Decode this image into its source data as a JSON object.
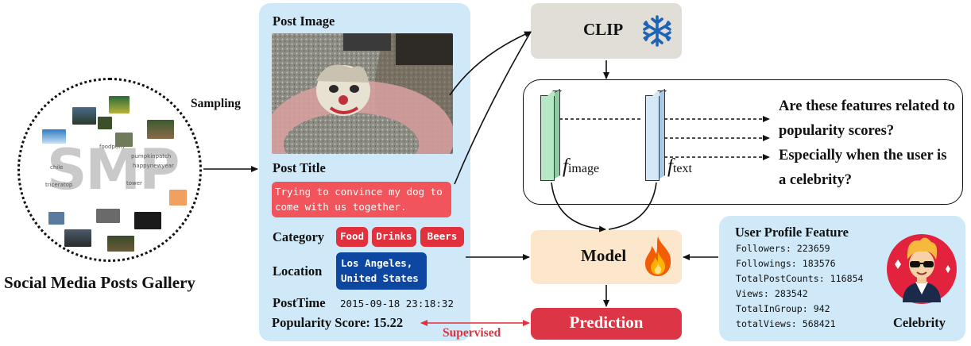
{
  "gallery": {
    "label": "Social Media Posts Gallery",
    "word_cloud_text": "SMP",
    "sampling_label": "Sampling"
  },
  "post": {
    "image_heading": "Post Image",
    "title_heading": "Post Title",
    "title_text": "Trying to convince my dog to come with us together.",
    "category_heading": "Category",
    "categories": [
      "Food",
      "Drinks",
      "Beers"
    ],
    "location_heading": "Location",
    "location_text": "Los Angeles, United States",
    "posttime_heading": "PostTime",
    "posttime_value": "2015-09-18 23:18:32",
    "popularity_label": "Popularity Score: 15.22",
    "supervised_label": "Supervised"
  },
  "clip": {
    "label": "CLIP",
    "icon": "snowflake-icon"
  },
  "features": {
    "image_symbol": "f",
    "image_sub": "image",
    "text_symbol": "f",
    "text_sub": "text",
    "question": "Are these features related to popularity scores? Especially when the user is a celebrity?"
  },
  "model": {
    "label": "Model",
    "icon": "fire-icon"
  },
  "prediction": {
    "label": "Prediction"
  },
  "profile": {
    "heading": "User Profile Feature",
    "lines": [
      "Followers: 223659",
      "Followings: 183576",
      "TotalPostCounts: 116854",
      "Views: 283542",
      "TotalInGroup: 942",
      "totalViews: 568421"
    ],
    "celebrity_label": "Celebrity"
  },
  "colors": {
    "panel_blue": "#cfe9f9",
    "title_red": "#f2545b",
    "tag_red": "#e0313d",
    "location_blue": "#0d47a1",
    "clip_gray": "#e1ddd7",
    "model_cream": "#fde7cc",
    "prediction_red": "#dc3545",
    "supervised_red": "#e0313d"
  }
}
